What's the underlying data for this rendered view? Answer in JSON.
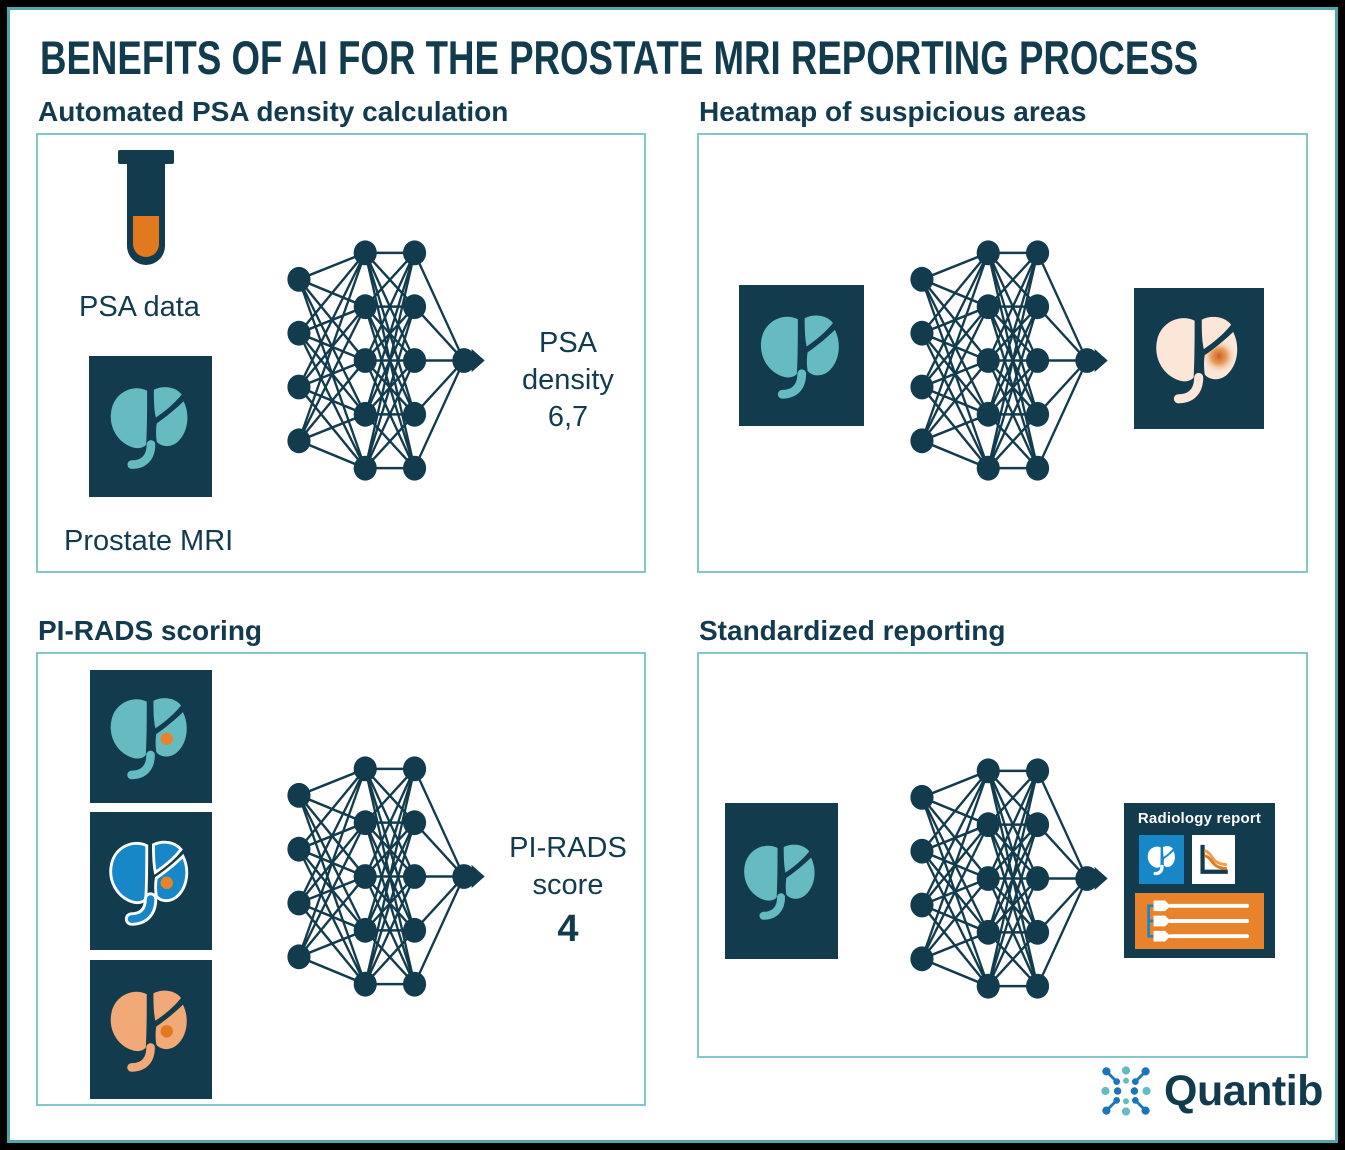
{
  "title": "BENEFITS OF AI FOR THE PROSTATE MRI REPORTING PROCESS",
  "colors": {
    "navy": "#123B4D",
    "teal_prostate": "#66BBC0",
    "orange": "#E2791F",
    "orange_bright": "#E8832B",
    "blue": "#1787C8",
    "peach": "#F0A977",
    "cream": "#FBE6D7",
    "panel_border": "#82C6CA",
    "frame_teal": "#4FA6AB"
  },
  "panels": {
    "psa_density": {
      "heading": "Automated PSA density calculation",
      "psa_data_label": "PSA data",
      "prostate_mri_label": "Prostate MRI",
      "output": [
        "PSA",
        "density",
        "6,7"
      ]
    },
    "heatmap": {
      "heading": "Heatmap of suspicious areas"
    },
    "pirads": {
      "heading": "PI-RADS scoring",
      "output": [
        "PI-RADS",
        "score"
      ],
      "score": "4"
    },
    "reporting": {
      "heading": "Standardized reporting",
      "report_title": "Radiology report"
    }
  },
  "logo": {
    "text": "Quantib"
  }
}
